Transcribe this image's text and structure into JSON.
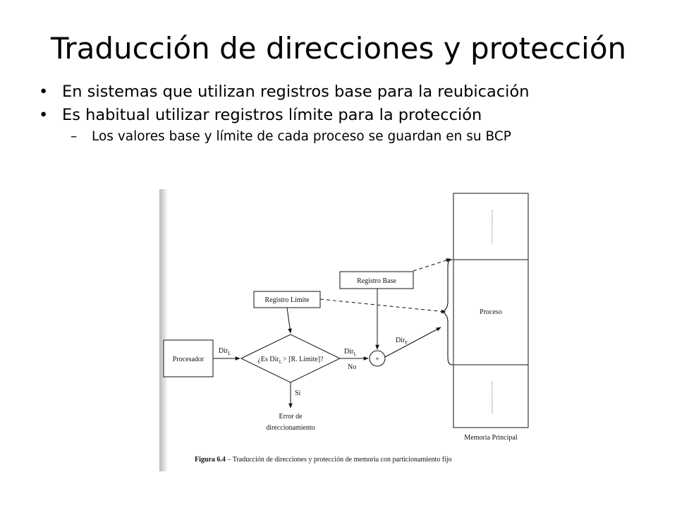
{
  "slide": {
    "title": "Traducción de direcciones y protección",
    "bullets": [
      "En sistemas que utilizan registros base para la reubicación",
      "Es habitual utilizar registros límite para la protección"
    ],
    "sub_bullets": [
      "Los valores base y límite de cada proceso se guardan en su BCP"
    ]
  },
  "diagram": {
    "procesador": "Procesador",
    "registro_limite": "Registro Límite",
    "registro_base": "Registro Base",
    "decision": {
      "pre": "¿Es Dir",
      "sub": "L",
      "post": "> [R. Límite]?"
    },
    "dir_l_in": {
      "main": "Dir",
      "sub": "L"
    },
    "dir_l_out": {
      "main": "Dir",
      "sub": "L"
    },
    "dir_f": {
      "main": "Dir",
      "sub": "F"
    },
    "no_label": "No",
    "si_label": "Si",
    "error_line1": "Error de",
    "error_line2": "direccionamiento",
    "adder_symbol": "+",
    "proceso": "Proceso",
    "memoria_label": "Memoria Principal",
    "caption": {
      "label": "Figura 6.4",
      "text": " – Traducción de direcciones y protección de memoria con particionamiento fijo"
    }
  }
}
